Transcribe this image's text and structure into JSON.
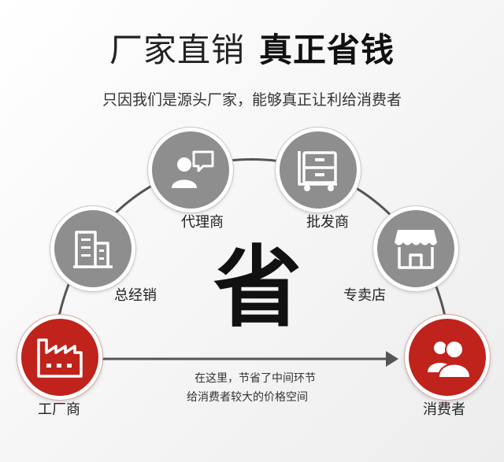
{
  "header": {
    "title_part1": "厂家直销",
    "title_part2": "真正省钱",
    "subtitle": "只因我们是源头厂家，能够真正让利给消费者"
  },
  "center_char": "省",
  "nodes": {
    "factory": {
      "label": "工厂商",
      "icon": "factory-icon",
      "color": "#c0221c"
    },
    "distributor": {
      "label": "总经销",
      "icon": "building-icon",
      "color": "#8e8e8e"
    },
    "agent": {
      "label": "代理商",
      "icon": "person-chat-icon",
      "color": "#8e8e8e"
    },
    "wholesaler": {
      "label": "批发商",
      "icon": "cabinet-cart-icon",
      "color": "#8e8e8e"
    },
    "retailer": {
      "label": "专卖店",
      "icon": "storefront-icon",
      "color": "#8e8e8e"
    },
    "consumer": {
      "label": "消费者",
      "icon": "users-icon",
      "color": "#c0221c"
    }
  },
  "note": {
    "line1": "在这里，节省了中间环节",
    "line2": "给消费者较大的价格空间"
  },
  "colors": {
    "accent_red": "#c0221c",
    "node_gray": "#8e8e8e",
    "line_gray": "#555555"
  }
}
